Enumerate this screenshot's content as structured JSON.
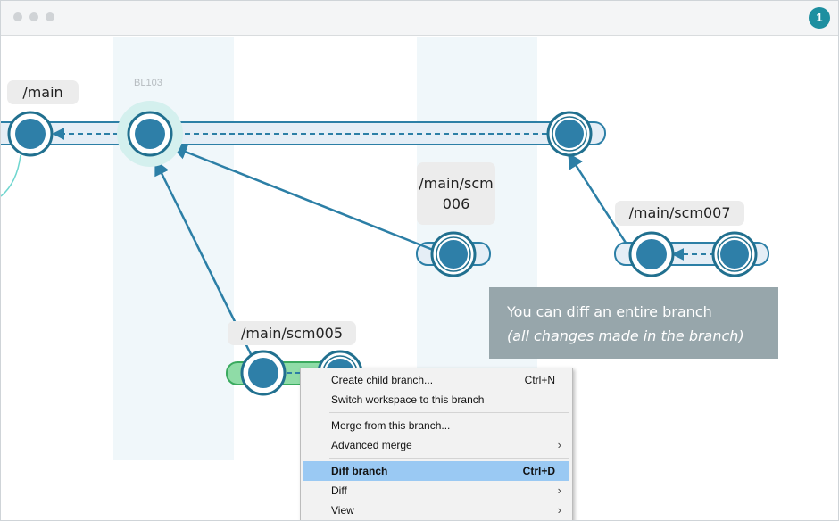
{
  "window": {
    "notification_count": "1"
  },
  "baseline": {
    "label": "BL103"
  },
  "branches": {
    "main": "/main",
    "scm006": [
      "/main/scm",
      "006"
    ],
    "scm007": "/main/scm007",
    "scm005": "/main/scm005"
  },
  "callout": {
    "line1": "You can diff an entire branch",
    "line2": "(all changes made in the branch)"
  },
  "context_menu": {
    "items": [
      {
        "label": "Create child branch...",
        "shortcut": "Ctrl+N"
      },
      {
        "label": "Switch workspace to this branch",
        "shortcut": ""
      },
      {
        "label": "Merge from this branch...",
        "shortcut": ""
      },
      {
        "label": "Advanced merge",
        "submenu": true
      },
      {
        "label": "Diff branch",
        "shortcut": "Ctrl+D",
        "highlighted": true
      },
      {
        "label": "Diff",
        "submenu": true
      },
      {
        "label": "View",
        "submenu": true
      }
    ],
    "submenu_glyph": "›"
  },
  "colors": {
    "changeset_fill": "#2e7fa8",
    "changeset_ring": "#21708f",
    "branch_band": "#e5eef6",
    "branch_edge": "#2c7fa6",
    "selected_branch": "#6bcf8b",
    "column_highlight": "#f0f7fa",
    "menu_highlight": "#9ac9f3",
    "callout_bg": "#97a6ab"
  }
}
